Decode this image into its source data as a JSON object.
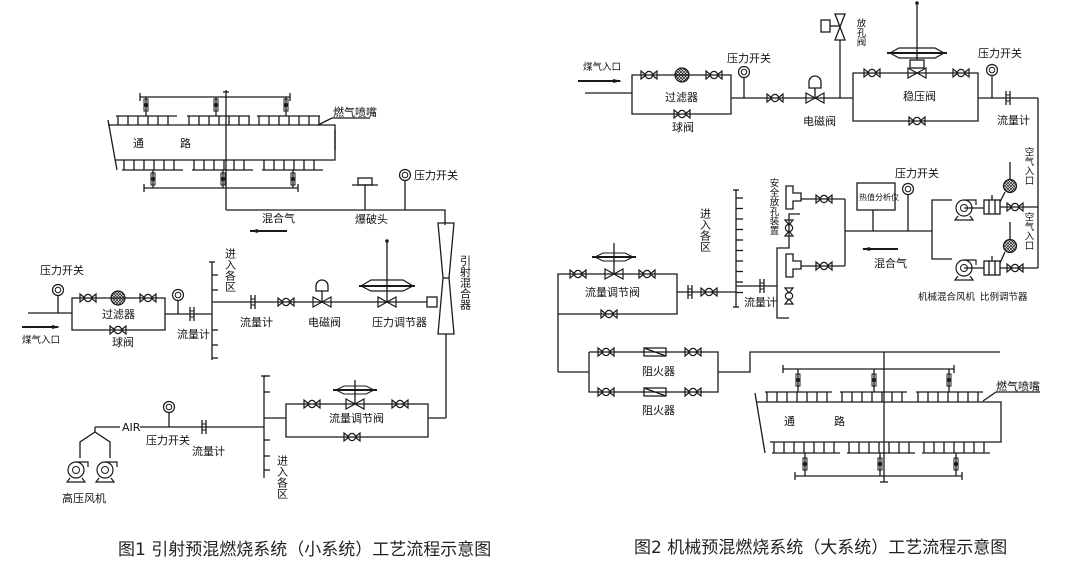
{
  "fig1": {
    "caption": "图1   引射预混燃烧系统（小系统）工艺流程示意图",
    "labels": {
      "gas_nozzle": "燃气喷嘴",
      "channel_1": "通",
      "channel_2": "路",
      "pressure_switch_top": "压力开关",
      "mixed_gas": "混合气",
      "burst_head": "爆破头",
      "ejector_mixer": "引射混合器",
      "pressure_switch_left": "压力开关",
      "filter": "过滤器",
      "ball_valve": "球阀",
      "gas_inlet": "煤气入口",
      "flowmeter_1": "流量计",
      "to_zones_top": "进入各区",
      "flowmeter_2": "流量计",
      "solenoid_valve": "电磁阀",
      "pressure_regulator": "压力调节器",
      "air": "AIR",
      "pressure_switch_air": "压力开关",
      "flowmeter_air": "流量计",
      "flow_control_valve": "流量调节阀",
      "to_zones_bottom": "进入各区",
      "hp_fan": "高压风机"
    }
  },
  "fig2": {
    "caption": "图2      机械预混燃烧系统（大系统）工艺流程示意图",
    "labels": {
      "gas_inlet": "煤气入口",
      "filter": "过滤器",
      "ball_valve": "球阀",
      "pressure_switch_1": "压力开关",
      "solenoid_valve": "电磁阀",
      "vent_valve": "放孔阀",
      "stabilizer_valve": "稳压阀",
      "pressure_switch_2": "压力开关",
      "flowmeter_1": "流量计",
      "air_inlet_1": "空气入口",
      "air_inlet_2": "空气入口",
      "safety_vent": "安全放孔装置",
      "calorimeter": "热值分析仪",
      "pressure_switch_3": "压力开关",
      "to_zones": "进入各区",
      "mixed_gas": "混合气",
      "flow_control_valve": "流量调节阀",
      "flowmeter_2": "流量计",
      "mech_fan": "机械混合风机",
      "ratio_regulator": "比例调节器",
      "flame_arrester_1": "阻火器",
      "flame_arrester_2": "阻火器",
      "gas_nozzle": "燃气喷嘴",
      "channel_1": "通",
      "channel_2": "路"
    }
  }
}
